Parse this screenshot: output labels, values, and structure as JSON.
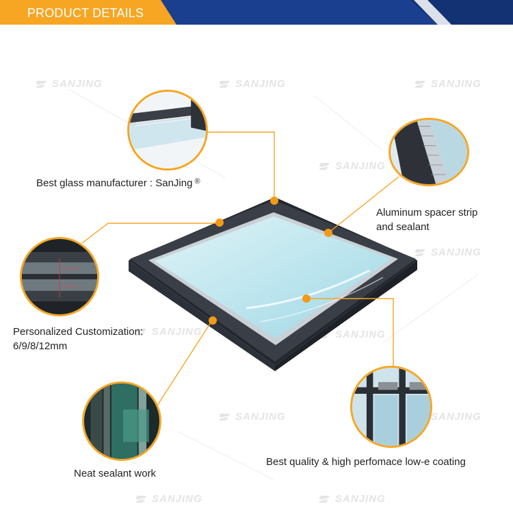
{
  "header": {
    "title": "PRODUCT DETAILS"
  },
  "watermark": {
    "text": "SANJING"
  },
  "features": {
    "manufacturer": {
      "label": "Best glass manufacturer : SanJing",
      "mark": "®"
    },
    "spacer": {
      "line1": "Aluminum spacer strip",
      "line2": "and sealant"
    },
    "custom": {
      "line1": "Personalized Customization:",
      "line2": "6/9/8/12mm"
    },
    "sealant": {
      "label": "Neat sealant work"
    },
    "coating": {
      "label": "Best quality & high perfomace low-e coating"
    }
  },
  "colors": {
    "accent": "#f6a623",
    "banner_blue": "#1a3f8f",
    "frame": "#3a3e46",
    "glass": "#bfe6ef"
  }
}
